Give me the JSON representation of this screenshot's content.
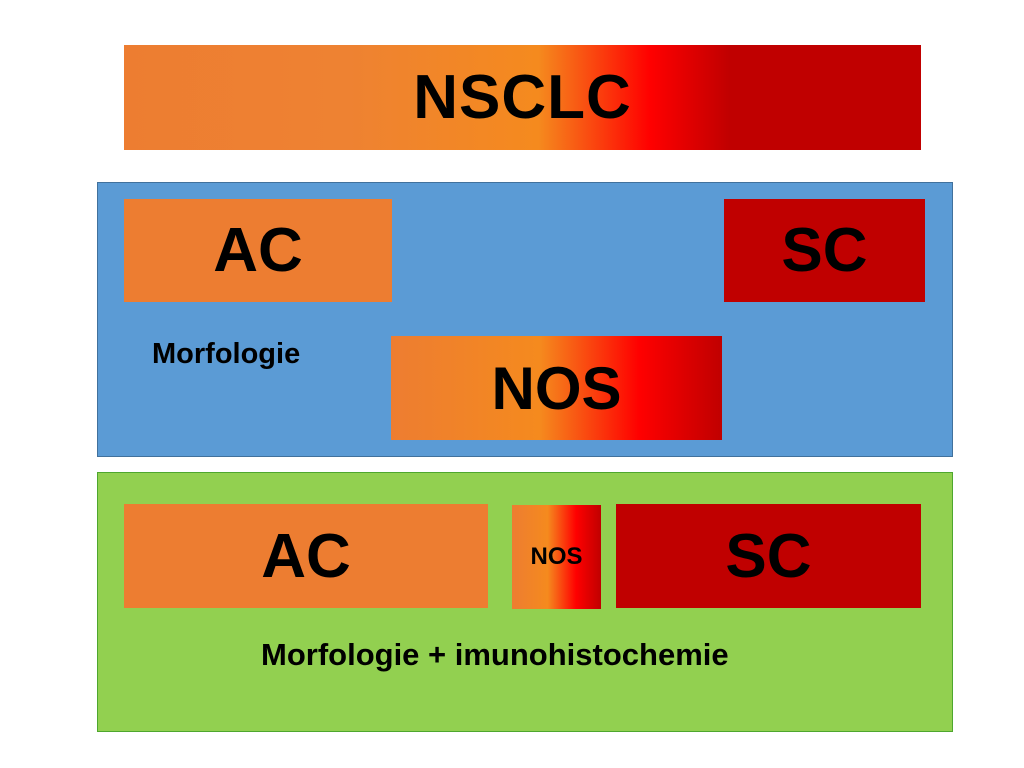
{
  "top_bar": {
    "label": "NSCLC"
  },
  "morphology_panel": {
    "ac_label": "AC",
    "sc_label": "SC",
    "nos_label": "NOS",
    "method_label": "Morfologie"
  },
  "ihc_panel": {
    "ac_label": "AC",
    "nos_label": "NOS",
    "sc_label": "SC",
    "method_label": "Morfologie + imunohistochemie"
  },
  "colors": {
    "adenocarcinoma": "#ed7d31",
    "squamous": "#c00000",
    "morphology_panel": "#5b9bd5",
    "ihc_panel": "#92d050",
    "gradient_mid": "#ff0000"
  }
}
